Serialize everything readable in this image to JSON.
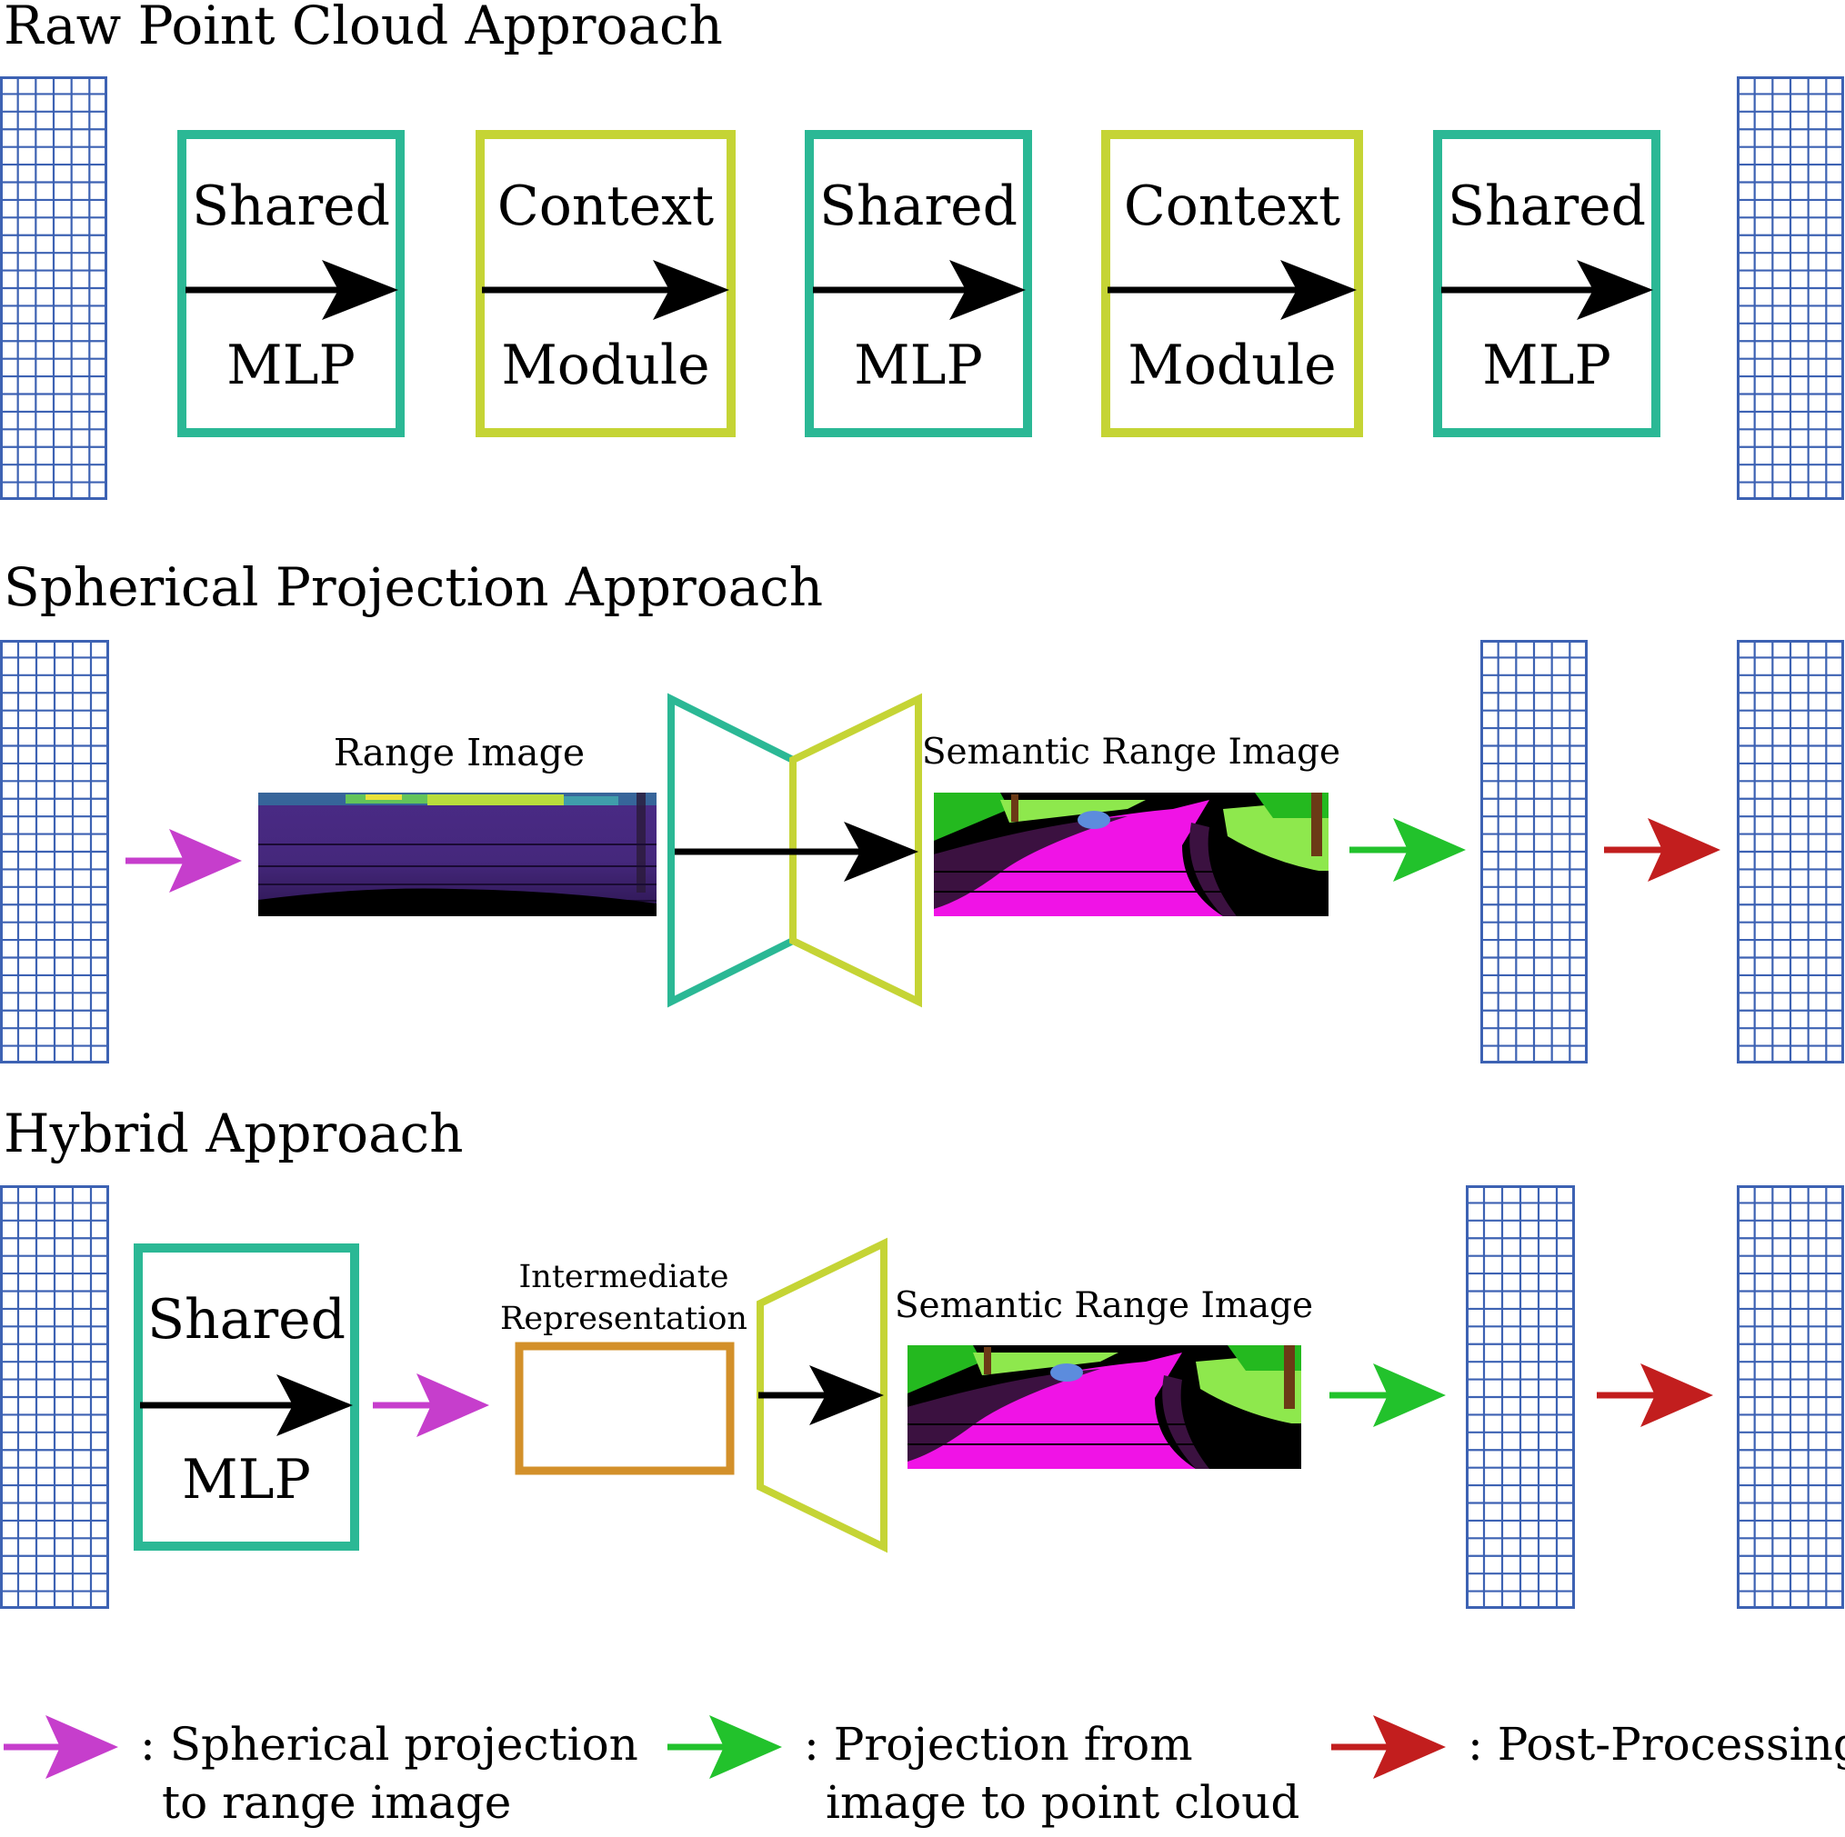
{
  "sections": {
    "raw": {
      "title": "Raw Point Cloud Approach",
      "blocks": [
        {
          "top": "Shared",
          "bottom": "MLP",
          "kind": "teal"
        },
        {
          "top": "Context",
          "bottom": "Module",
          "kind": "lime"
        },
        {
          "top": "Shared",
          "bottom": "MLP",
          "kind": "teal"
        },
        {
          "top": "Context",
          "bottom": "Module",
          "kind": "lime"
        },
        {
          "top": "Shared",
          "bottom": "MLP",
          "kind": "teal"
        }
      ]
    },
    "spherical": {
      "title": "Spherical Projection Approach",
      "range_image_label": "Range Image",
      "semantic_label": "Semantic Range Image"
    },
    "hybrid": {
      "title": "Hybrid Approach",
      "mlp_top": "Shared",
      "mlp_bottom": "MLP",
      "intermediate_line1": "Intermediate",
      "intermediate_line2": "Representation",
      "semantic_label": "Semantic Range Image"
    }
  },
  "legend": {
    "spherical": {
      "line1": ": Spherical projection",
      "line2": "to range image"
    },
    "projection": {
      "line1": ": Projection from",
      "line2": "image to point cloud"
    },
    "post": {
      "line1": ": Post-Processing"
    }
  },
  "colors": {
    "teal": "#2bb895",
    "lime": "#c5d435",
    "grid": "#3d62b3",
    "magenta": "#c63ecc",
    "green": "#22c22c",
    "red": "#c21e1e",
    "orange": "#d3902a",
    "black": "#000000"
  }
}
